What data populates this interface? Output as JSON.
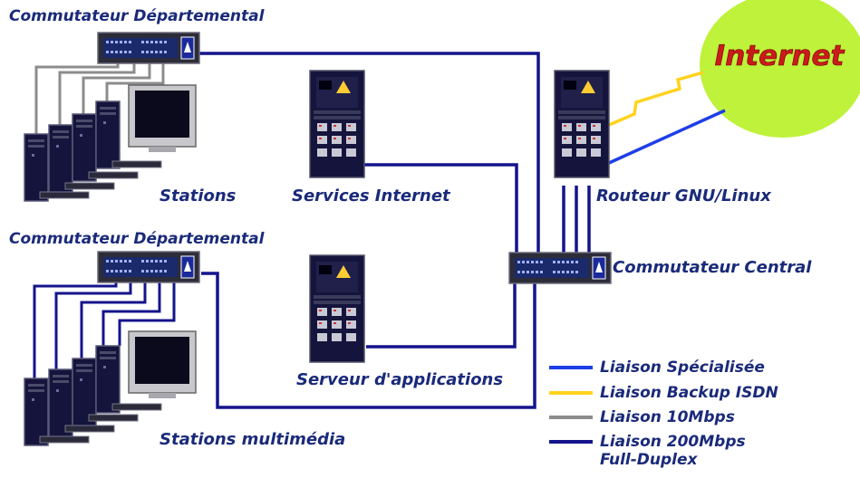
{
  "labels": {
    "switch_top": "Commutateur Départemental",
    "switch_bottom": "Commutateur Départemental",
    "stations": "Stations",
    "stations_multimedia": "Stations multimédia",
    "services_internet": "Services Internet",
    "app_server": "Serveur d'applications",
    "router": "Routeur GNU/Linux",
    "central_switch": "Commutateur Central",
    "internet": "Internet"
  },
  "legend": [
    {
      "label": "Liaison Spécialisée",
      "color": "#1e3ee8"
    },
    {
      "label": "Liaison Backup ISDN",
      "color": "#ffd21e"
    },
    {
      "label": "Liaison 10Mbps",
      "color": "#8c8c8c"
    },
    {
      "label": "Liaison 200Mbps",
      "label2": "Full-Duplex",
      "color": "#14148c"
    }
  ],
  "colors": {
    "link_200": "#14148c",
    "link_10": "#8c8c8c",
    "link_specialized": "#1e3ee8",
    "link_isdn": "#ffd21e",
    "internet_cloud": "#bff23a",
    "internet_text": "#cc1a1a",
    "device_dark": "#14143c"
  }
}
